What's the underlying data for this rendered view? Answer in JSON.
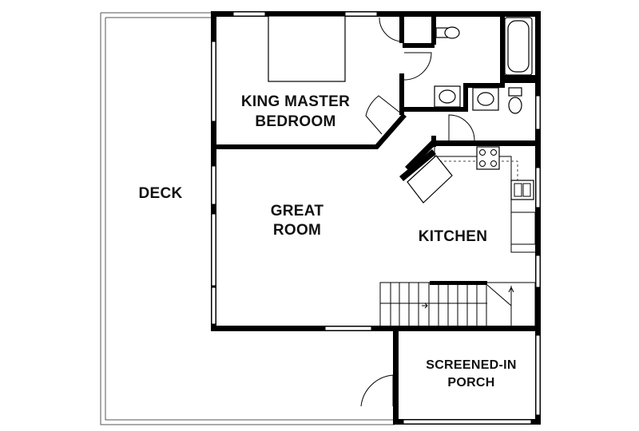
{
  "rooms": {
    "deck": "DECK",
    "master_line1": "KING MASTER",
    "master_line2": "BEDROOM",
    "great_line1": "GREAT",
    "great_line2": "ROOM",
    "kitchen": "KITCHEN",
    "porch_line1": "SCREENED-IN",
    "porch_line2": "PORCH"
  }
}
